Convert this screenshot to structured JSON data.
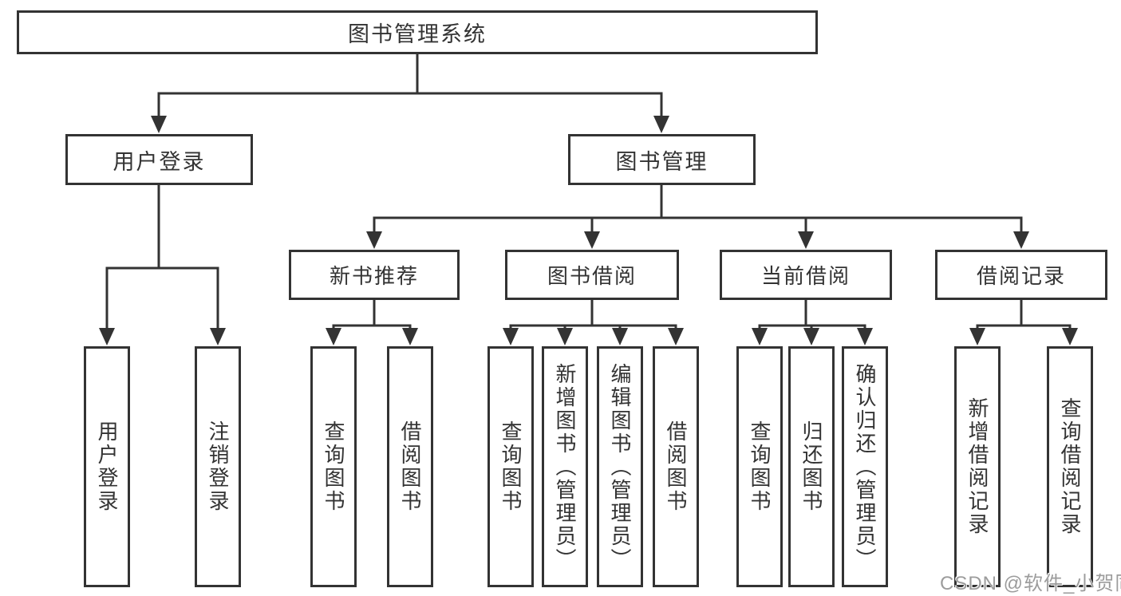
{
  "diagram": {
    "root": {
      "label": "图书管理系统"
    },
    "branches": [
      {
        "label": "用户登录",
        "children": [
          {
            "label": "用户登录"
          },
          {
            "label": "注销登录"
          }
        ]
      },
      {
        "label": "图书管理",
        "children": [
          {
            "label": "新书推荐",
            "children": [
              {
                "label": "查询图书"
              },
              {
                "label": "借阅图书"
              }
            ]
          },
          {
            "label": "图书借阅",
            "children": [
              {
                "label": "查询图书"
              },
              {
                "label": "新增图书（管理员）"
              },
              {
                "label": "编辑图书（管理员）"
              },
              {
                "label": "借阅图书"
              }
            ]
          },
          {
            "label": "当前借阅",
            "children": [
              {
                "label": "查询图书"
              },
              {
                "label": "归还图书"
              },
              {
                "label": "确认归还（管理员）"
              }
            ]
          },
          {
            "label": "借阅记录",
            "children": [
              {
                "label": "新增借阅记录"
              },
              {
                "label": "查询借阅记录"
              }
            ]
          }
        ]
      }
    ]
  },
  "watermark": {
    "text": "CSDN @软件_小贺同学"
  },
  "colors": {
    "line": "#333333",
    "text": "#333333",
    "watermark": "#9c9c9c",
    "background": "#ffffff"
  }
}
